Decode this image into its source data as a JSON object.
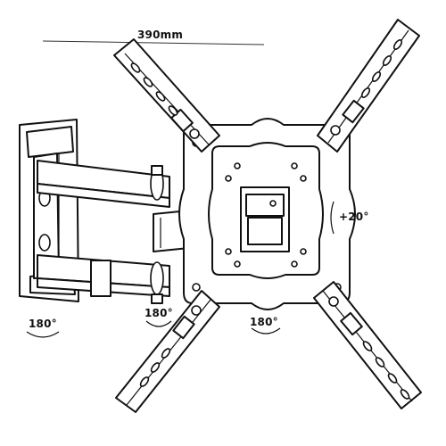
{
  "dimension_label": "390mm",
  "tilt_label": "+20°",
  "swivel_left_label": "180°",
  "swivel_middle_label": "180°",
  "swivel_right_label": "180°"
}
